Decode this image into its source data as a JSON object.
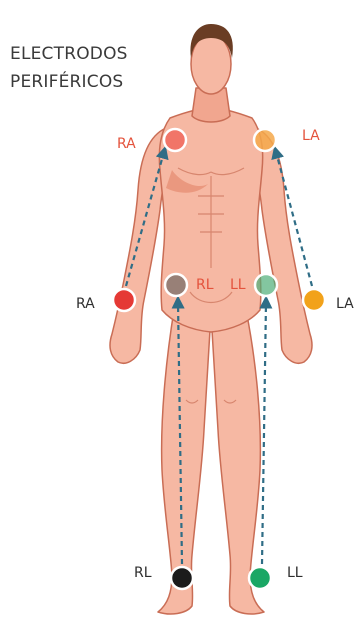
{
  "title_lines": [
    "ELECTRODOS",
    "PERIFÉRICOS"
  ],
  "colors": {
    "skin": "#f6b8a3",
    "skin_shadow": "#e58d73",
    "outline": "#c96d55",
    "hair": "#6a3d24",
    "dash_arrow": "#2f6d86",
    "label_orange": "#e4533c",
    "label_dark": "#2e2e2e"
  },
  "electrodes": [
    {
      "id": "ra-shoulder",
      "label": "RA",
      "color": "#f0685e",
      "opacity": 0.85
    },
    {
      "id": "la-shoulder",
      "label": "LA",
      "color": "#f5a84a",
      "opacity": 0.85
    },
    {
      "id": "rl-hip",
      "label": "RL",
      "color": "#5a5a5a",
      "opacity": 0.6
    },
    {
      "id": "ll-hip",
      "label": "LL",
      "color": "#4fae78",
      "opacity": 0.7
    },
    {
      "id": "ra-wrist",
      "label": "RA",
      "color": "#e53935",
      "opacity": 1
    },
    {
      "id": "la-wrist",
      "label": "LA",
      "color": "#f2a21a",
      "opacity": 1
    },
    {
      "id": "rl-ankle",
      "label": "RL",
      "color": "#1b1b1b",
      "opacity": 1
    },
    {
      "id": "ll-ankle",
      "label": "LL",
      "color": "#1aa765",
      "opacity": 1
    }
  ],
  "labels": {
    "ra_shoulder": "RA",
    "la_shoulder": "LA",
    "rl_hip": "RL",
    "ll_hip": "LL",
    "ra_wrist": "RA",
    "la_wrist": "LA",
    "rl_ankle": "RL",
    "ll_ankle": "LL"
  }
}
